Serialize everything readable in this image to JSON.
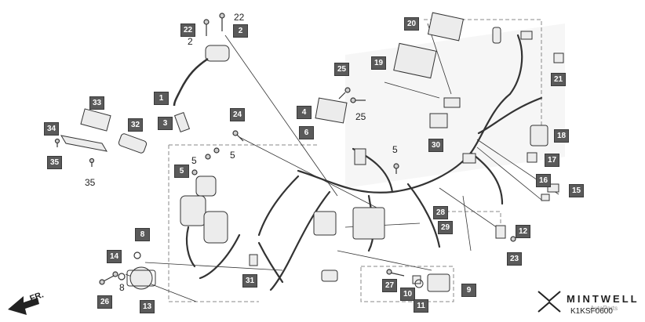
{
  "boxed_labels": [
    {
      "id": "c20",
      "text": "20"
    },
    {
      "id": "c19",
      "text": "19"
    },
    {
      "id": "c21",
      "text": "21"
    },
    {
      "id": "c22",
      "text": "22"
    },
    {
      "id": "c2",
      "text": "2"
    },
    {
      "id": "c1",
      "text": "1"
    },
    {
      "id": "c3",
      "text": "3"
    },
    {
      "id": "c33",
      "text": "33"
    },
    {
      "id": "c32",
      "text": "32"
    },
    {
      "id": "c34",
      "text": "34"
    },
    {
      "id": "c35",
      "text": "35"
    },
    {
      "id": "c24",
      "text": "24"
    },
    {
      "id": "c25",
      "text": "25"
    },
    {
      "id": "c4",
      "text": "4"
    },
    {
      "id": "c6",
      "text": "6"
    },
    {
      "id": "c30",
      "text": "30"
    },
    {
      "id": "c18",
      "text": "18"
    },
    {
      "id": "c17",
      "text": "17"
    },
    {
      "id": "c16",
      "text": "16"
    },
    {
      "id": "c15",
      "text": "15"
    },
    {
      "id": "c5",
      "text": "5"
    },
    {
      "id": "c28",
      "text": "28"
    },
    {
      "id": "c29",
      "text": "29"
    },
    {
      "id": "c12",
      "text": "12"
    },
    {
      "id": "c23",
      "text": "23"
    },
    {
      "id": "c8",
      "text": "8"
    },
    {
      "id": "c14",
      "text": "14"
    },
    {
      "id": "c26",
      "text": "26"
    },
    {
      "id": "c13",
      "text": "13"
    },
    {
      "id": "c31",
      "text": "31"
    },
    {
      "id": "c27",
      "text": "27"
    },
    {
      "id": "c10",
      "text": "10"
    },
    {
      "id": "c11",
      "text": "11"
    },
    {
      "id": "c9",
      "text": "9"
    }
  ],
  "plain_labels": [
    {
      "id": "p22",
      "text": "22"
    },
    {
      "id": "p2",
      "text": "2"
    },
    {
      "id": "p25",
      "text": "25"
    },
    {
      "id": "p35",
      "text": "35"
    },
    {
      "id": "p5a",
      "text": "5"
    },
    {
      "id": "p5b",
      "text": "5"
    },
    {
      "id": "p5c",
      "text": "5"
    },
    {
      "id": "p8",
      "text": "8"
    }
  ],
  "direction_label": "FR.",
  "brand": "MINTWELL",
  "diagram_code": "K1KSF0600",
  "watermark_small": "AutoParts",
  "colors": {
    "callout_bg": "#5a5a5a",
    "line": "#333333",
    "part_fill": "#e9e9e9",
    "watermark": "#e8e8e8"
  }
}
